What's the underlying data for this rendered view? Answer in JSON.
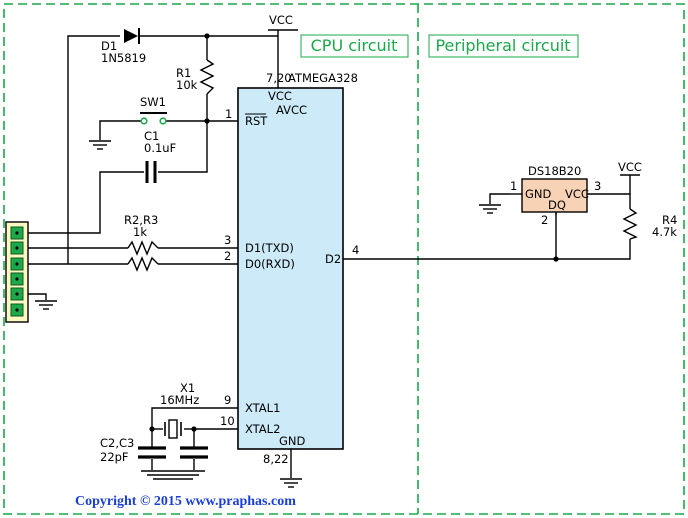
{
  "sections": {
    "cpu": "CPU circuit",
    "peripheral": "Peripheral circuit"
  },
  "labels": {
    "vcc_top": "VCC",
    "d1_name": "D1",
    "d1_part": "1N5819",
    "r1_name": "R1",
    "r1_value": "10k",
    "sw1_name": "SW1",
    "c1_name": "C1",
    "c1_value": "0.1uF",
    "r23_name": "R2,R3",
    "r23_value": "1k",
    "x1_name": "X1",
    "x1_value": "16MHz",
    "c23_name": "C2,C3",
    "c23_value": "22pF"
  },
  "mcu": {
    "name": "ATMEGA328",
    "pin_vcc_num": "7,20",
    "pin_vcc": "VCC",
    "pin_avcc": "AVCC",
    "pin_rst_num": "1",
    "pin_rst": "RST",
    "pin_txd_num": "3",
    "pin_txd": "D1(TXD)",
    "pin_rxd_num": "2",
    "pin_rxd": "D0(RXD)",
    "pin_d2_num": "4",
    "pin_d2": "D2",
    "pin_xtal1_num": "9",
    "pin_xtal1": "XTAL1",
    "pin_xtal2_num": "10",
    "pin_xtal2": "XTAL2",
    "pin_gnd": "GND",
    "pin_gnd_num": "8,22"
  },
  "sensor": {
    "name": "DS18B20",
    "pin_gnd_num": "1",
    "pin_gnd": "GND",
    "pin_vcc": "VCC",
    "pin_vcc_num": "3",
    "pin_dq": "DQ",
    "pin_dq_num": "2",
    "vcc": "VCC",
    "r4_name": "R4",
    "r4_value": "4.7k"
  },
  "footer": {
    "copyright": "Copyright © 2015 www.praphas.com"
  },
  "colors": {
    "section_border": "#1aa84a",
    "mcu_fill": "#cdeaf8",
    "sensor_fill": "#f8d2b4",
    "connector_fill": "#fff8c0",
    "connector_pin": "#1ea84a",
    "copyright": "#1a3fd8"
  }
}
